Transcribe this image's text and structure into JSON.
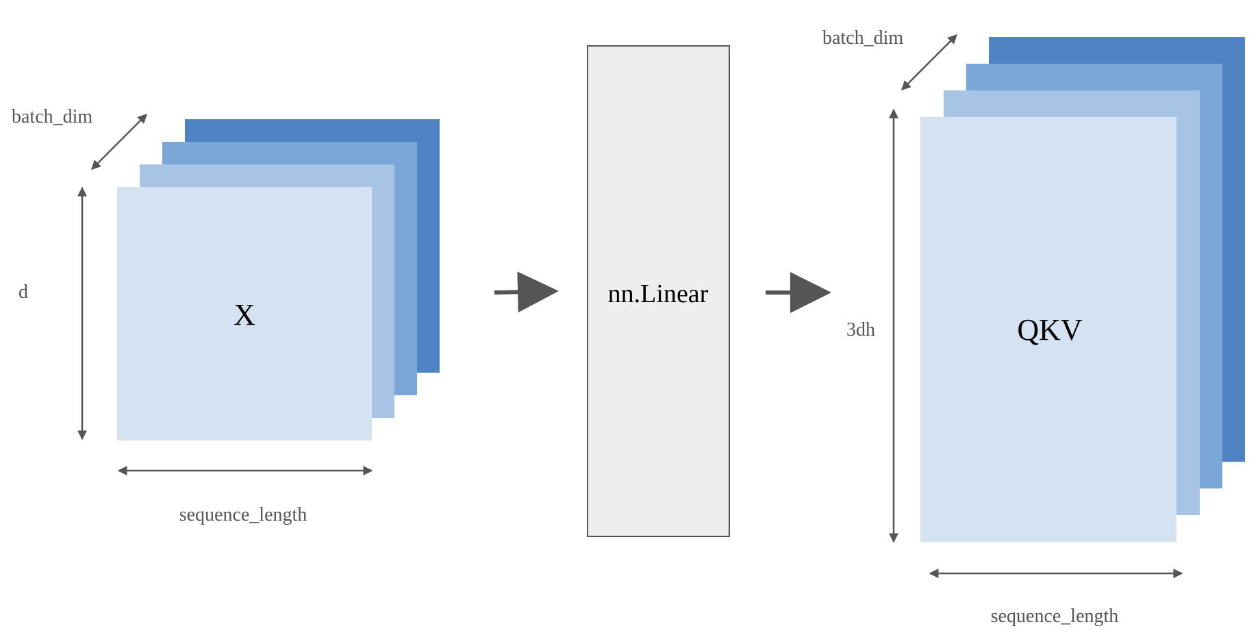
{
  "colors": {
    "layer_back": "#4f83c3",
    "layer_mid": "#7ba6d8",
    "layer_front_back": "#a7c4e4",
    "layer_front": "#d4e2f2",
    "linear_fill": "#eeeeee",
    "linear_stroke": "#555555",
    "arrow": "#555555",
    "label": "#555555"
  },
  "input_tensor": {
    "name": "X",
    "batch_label": "batch_dim",
    "height_label": "d",
    "width_label": "sequence_length"
  },
  "linear_layer": {
    "label": "nn.Linear"
  },
  "output_tensor": {
    "name": "QKV",
    "batch_label": "batch_dim",
    "height_label": "3dh",
    "width_label": "sequence_length"
  }
}
